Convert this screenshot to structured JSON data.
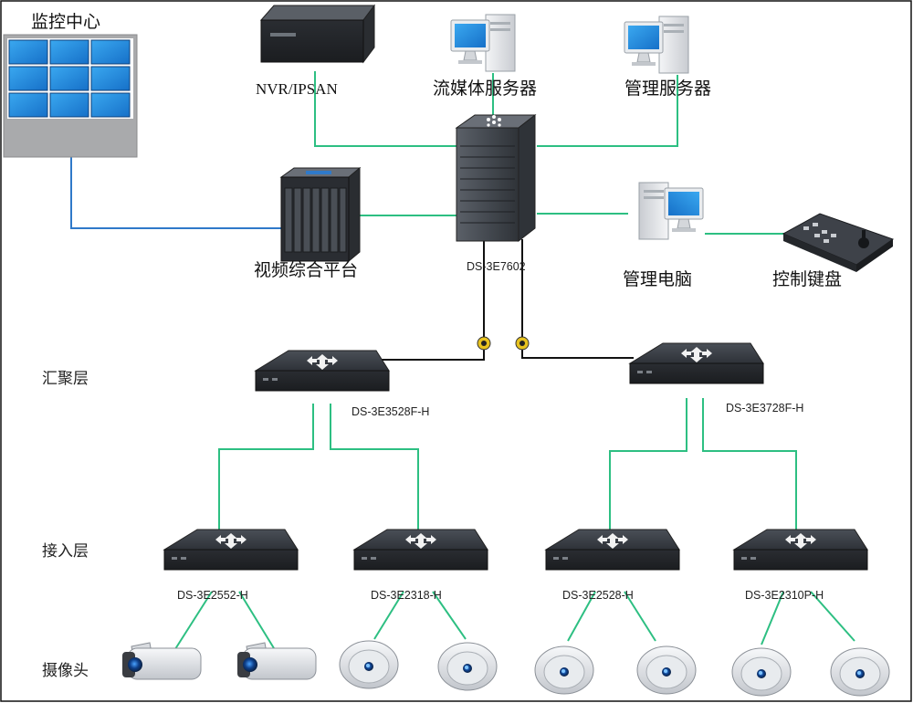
{
  "colors": {
    "link_green": "#2dbf82",
    "link_blue": "#2f79c9",
    "link_black": "#111111",
    "device_dark": "#3d4148",
    "screen_blue": "#1f8fe0"
  },
  "labels": {
    "monitor_center": "监控中心",
    "nvr": "NVR/IPSAN",
    "streaming_server": "流媒体服务器",
    "management_server": "管理服务器",
    "video_platform": "视频综合平台",
    "core_switch": "DS-3E7602",
    "management_pc": "管理电脑",
    "control_keyboard": "控制键盘",
    "agg_left": "DS-3E3528F-H",
    "agg_right": "DS-3E3728F-H",
    "acc_1": "DS-3E2552-H",
    "acc_2": "DS-3E2318-H",
    "acc_3": "DS-3E2528-H",
    "acc_4": "DS-3E2310P-H"
  },
  "layers": {
    "aggregation": "汇聚层",
    "access": "接入层",
    "camera": "摄像头"
  },
  "icons": {
    "video_wall": "video-wall-icon",
    "nvr": "nvr-box-icon",
    "server": "server-pc-icon",
    "core_switch": "core-switch-icon",
    "platform": "video-platform-icon",
    "keyboard": "control-keyboard-icon",
    "switch": "switch-icon",
    "fiber": "fiber-connector-icon",
    "bullet_camera": "bullet-camera-icon",
    "dome_camera": "dome-camera-icon"
  }
}
